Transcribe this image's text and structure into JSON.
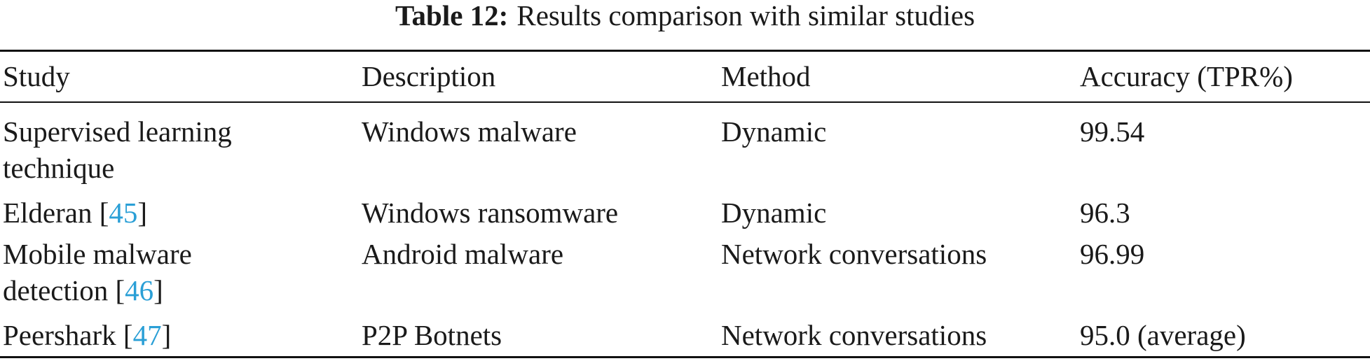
{
  "caption": {
    "label": "Table 12:",
    "title": "Results comparison with similar studies"
  },
  "columns": [
    "Study",
    "Description",
    "Method",
    "Accuracy (TPR%)"
  ],
  "rows": [
    {
      "study_line1": "Supervised learning",
      "study_line2": "technique",
      "description": "Windows malware",
      "method": "Dynamic",
      "accuracy": "99.54"
    },
    {
      "study_line1": "Elderan [",
      "study_ref": "45",
      "study_close": "]",
      "description": "Windows ransomware",
      "method": "Dynamic",
      "accuracy": "96.3"
    },
    {
      "study_line1": "Mobile malware",
      "study_line2": "detection [",
      "study_ref": "46",
      "study_close": "]",
      "description": "Android malware",
      "method": "Network conversations",
      "accuracy": "96.99"
    },
    {
      "study_line1": "Peershark [",
      "study_ref": "47",
      "study_close": "]",
      "description": "P2P Botnets",
      "method": "Network conversations",
      "accuracy": "95.0 (average)"
    }
  ]
}
